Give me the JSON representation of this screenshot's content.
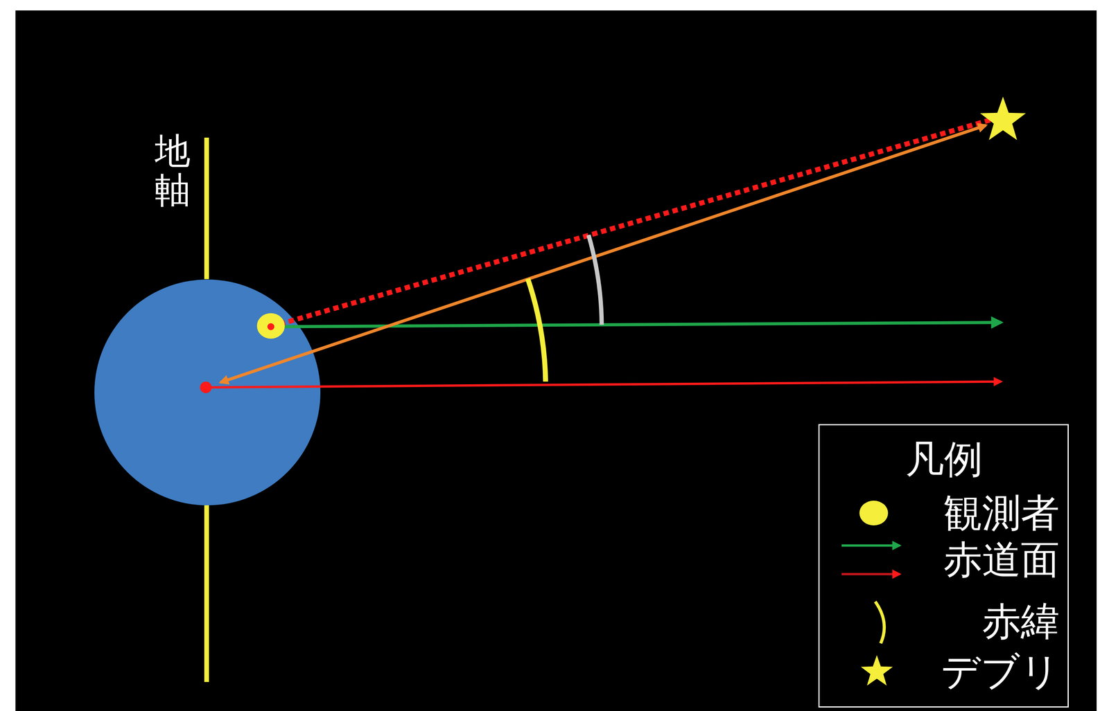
{
  "diagram": {
    "labels": [
      "地軸",
      "凡例"
    ],
    "legend": [
      {
        "text": "観測者"
      },
      {
        "text": "赤道面"
      },
      {
        "text": "赤緯"
      },
      {
        "text": "デブリ"
      }
    ]
  }
}
